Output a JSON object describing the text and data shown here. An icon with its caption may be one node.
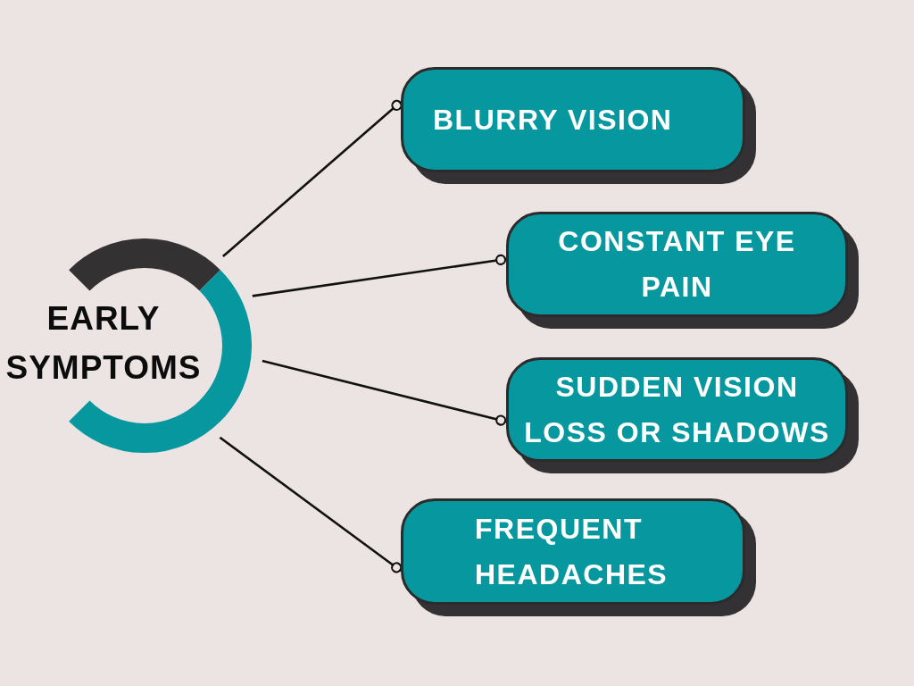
{
  "diagram": {
    "nodes": [
      {
        "text": [
          "EARLY SYMPTOMS"
        ]
      },
      {
        "text": [
          "BLURRY VISION"
        ]
      },
      {
        "text": [
          "CONSTANT EYE PAIN"
        ]
      },
      {
        "text": [
          "SUDDEN VISION LOSS OR SHADOWS"
        ]
      },
      {
        "text": [
          "FREQUENT HEADACHES"
        ]
      }
    ],
    "edges": [
      {
        "from": 0,
        "to": 1,
        "arrow": "other"
      },
      {
        "from": 0,
        "to": 2,
        "arrow": "other"
      },
      {
        "from": 0,
        "to": 3,
        "arrow": "other"
      },
      {
        "from": 0,
        "to": 4,
        "arrow": "other"
      }
    ]
  }
}
